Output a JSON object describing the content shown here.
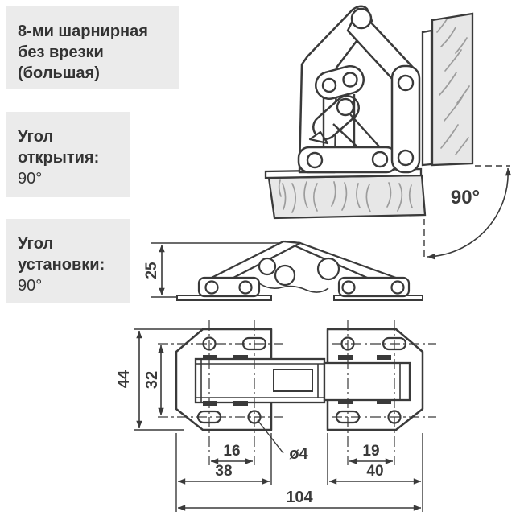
{
  "colors": {
    "background": "#ffffff",
    "info_box_bg": "#ebebeb",
    "text": "#333333",
    "drawing_line": "#3a3a3a",
    "wood_fill": "#e7e7e7",
    "wood_grain": "#9c9c9c"
  },
  "info_boxes": {
    "title": {
      "line1": "8-ми шарнирная",
      "line2": "без врезки",
      "line3": "(большая)"
    },
    "opening_angle": {
      "label": "Угол открытия:",
      "value": "90°"
    },
    "mounting_angle": {
      "label": "Угол установки:",
      "value": "90°"
    }
  },
  "diagram": {
    "angle_annotation": "90°",
    "dimensions": {
      "side_height": "25",
      "plate_full_height": "44",
      "hole_rows_span": "32",
      "left_hole_spacing": "16",
      "left_plate_width": "38",
      "hole_diameter": "ø4",
      "right_hole_spacing": "19",
      "right_plate_width": "40",
      "overall_length": "104"
    }
  }
}
